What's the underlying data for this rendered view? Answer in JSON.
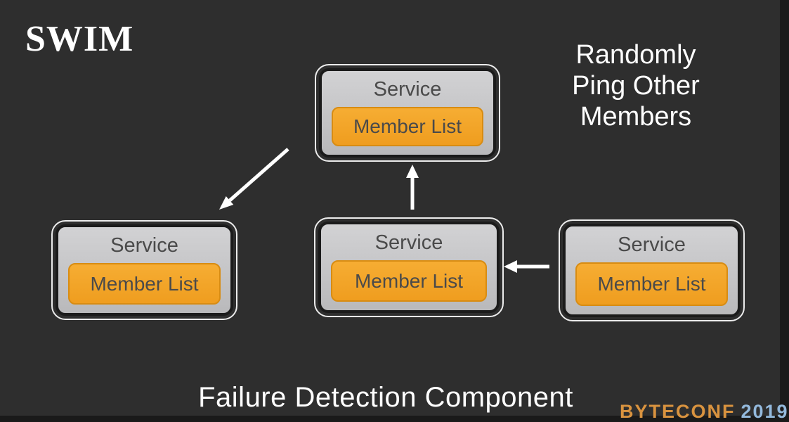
{
  "slide": {
    "title": "SWIM",
    "side_note": "Randomly\nPing Other\nMembers",
    "caption": "Failure Detection Component"
  },
  "diagram": {
    "nodes": [
      {
        "id": "top-service",
        "title": "Service",
        "sublabel": "Member List"
      },
      {
        "id": "left-service",
        "title": "Service",
        "sublabel": "Member List"
      },
      {
        "id": "center-service",
        "title": "Service",
        "sublabel": "Member List"
      },
      {
        "id": "right-service",
        "title": "Service",
        "sublabel": "Member List"
      }
    ],
    "connections": [
      {
        "from": "top-service",
        "to": "left-service",
        "direction": "down-left"
      },
      {
        "from": "center-service",
        "to": "top-service",
        "direction": "up"
      },
      {
        "from": "right-service",
        "to": "center-service",
        "direction": "left"
      }
    ]
  },
  "watermark": {
    "primary": "BYTECONF",
    "secondary": "2019"
  },
  "colors": {
    "background": "#2e2e2e",
    "node_fill": "#c6c6c8",
    "node_outline": "#ececec",
    "node_border_dark": "#1b1b1b",
    "accent_orange": "#f3a42b",
    "accent_orange_border": "#d88c12",
    "node_text": "#4a4a4a",
    "text_white": "#ffffff",
    "arrow": "#ffffff",
    "watermark_orange": "#d9933f",
    "watermark_blue": "#93b9dc"
  }
}
